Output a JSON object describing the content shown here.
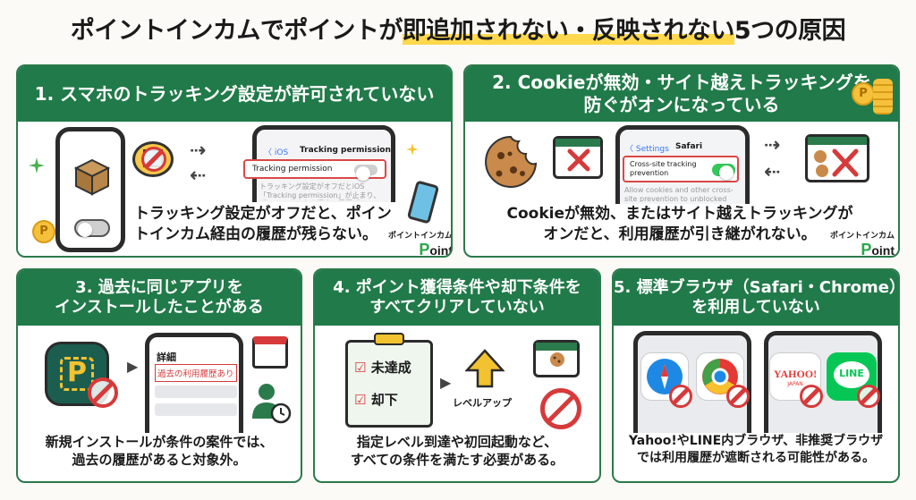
{
  "title": {
    "part1": "ポイントインカムでポイントが",
    "highlight": "即追加されない・反映されない",
    "part2": "5つの原因"
  },
  "panels": [
    {
      "heading": "1. スマホのトラッキング設定が許可されていない",
      "settings": {
        "back": "〈 iOS",
        "screen_title": "Tracking permission",
        "row_label": "Tracking permission",
        "note": "トラッキング設定がオフだとiOS「Tracking permission」が止まり、ポイントインカム経由の履歴が"
      },
      "caption_line1": "トラッキング設定がオフだと、ポイン",
      "caption_line2": "トインカム経由の履歴が残らない。",
      "coin_label": "P",
      "logo_jp": "ポイントインカム",
      "logo_p": "P",
      "logo_en": "oint Income"
    },
    {
      "heading_line1": "2. Cookieが無効・サイト越えトラッキングを",
      "heading_line2": "防ぐがオンになっている",
      "settings": {
        "back": "〈 Settings",
        "screen_title": "Safari",
        "row_label": "Cross-site tracking prevention",
        "note": "Allow cookies and other cross-site prevention to unblocked cookies."
      },
      "caption_line1": "Cookieが無効、またはサイト越えトラッキングが",
      "caption_line2": "オンだと、利用履歴が引き継がれない。",
      "coin_label": "P",
      "logo_jp": "ポイントインカム",
      "logo_p": "P",
      "logo_en": "oint Income"
    },
    {
      "heading_line1": "3. 過去に同じアプリを",
      "heading_line2": "インストールしたことがある",
      "app_letter": "P",
      "detail_title": "詳細",
      "detail_subtitle": "過去の利用履歴あり",
      "caption_line1": "新規インストールが条件の案件では、",
      "caption_line2": "過去の履歴があると対象外。"
    },
    {
      "heading_line1": "4. ポイント獲得条件や却下条件を",
      "heading_line2": "すべてクリアしていない",
      "checklist": [
        "未達成",
        "却下"
      ],
      "levelup_label": "レベルアップ",
      "caption_line1": "指定レベル到達や初回起動など、",
      "caption_line2": "すべての条件を満たす必要がある。"
    },
    {
      "heading_line1": "5. 標準ブラウザ（Safari・Chrome）",
      "heading_line2": "を利用していない",
      "yahoo_label": "YAHOO!",
      "yahoo_sub": "JAPAN",
      "line_label": "LINE",
      "caption_line1": "Yahoo!やLINE内ブラウザ、非推奨ブラウザ",
      "caption_line2": "では利用履歴が遮断される可能性がある。"
    }
  ],
  "colors": {
    "header_green": "#217a49",
    "highlight_yellow": "#ffd84d",
    "ban_red": "#d63a3a",
    "toggle_on": "#34c759"
  }
}
